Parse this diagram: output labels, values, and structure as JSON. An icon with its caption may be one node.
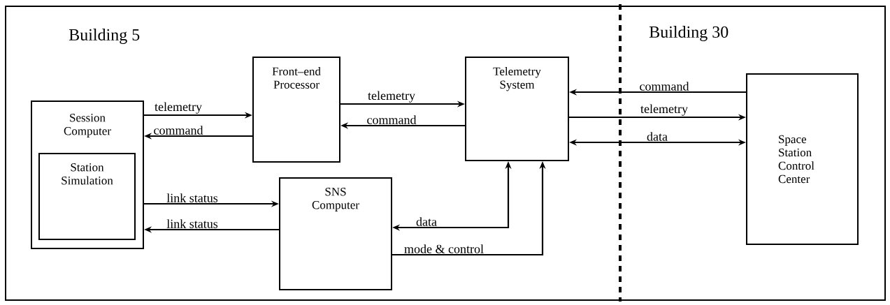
{
  "diagram": {
    "nodes": [
      {
        "text": [
          "Session Computer"
        ]
      },
      {
        "text": [
          "Station Simulation"
        ],
        "in": 0
      },
      {
        "text": [
          "Front–end Processor"
        ]
      },
      {
        "text": [
          "SNS Computer"
        ]
      },
      {
        "text": [
          "Telemetry System"
        ]
      },
      {
        "text": [
          "Space Station Control Center"
        ]
      }
    ],
    "edges": [
      {
        "from": 0,
        "to": 2,
        "arrow": "to",
        "label": "telemetry"
      },
      {
        "from": 2,
        "to": 0,
        "arrow": "to",
        "label": "command"
      },
      {
        "from": 2,
        "to": 4,
        "arrow": "to",
        "label": "telemetry"
      },
      {
        "from": 4,
        "to": 2,
        "arrow": "to",
        "label": "command"
      },
      {
        "from": 0,
        "to": 3,
        "arrow": "to",
        "label": "link status"
      },
      {
        "from": 3,
        "to": 0,
        "arrow": "to",
        "label": "link status"
      },
      {
        "from": 4,
        "to": 3,
        "arrow": "both",
        "label": "data"
      },
      {
        "from": 3,
        "to": 4,
        "arrow": "to",
        "label": "mode & control"
      },
      {
        "from": 5,
        "to": 4,
        "arrow": "to",
        "label": "command"
      },
      {
        "from": 4,
        "to": 5,
        "arrow": "to",
        "label": "telemetry"
      },
      {
        "from": 4,
        "to": 5,
        "arrow": "both",
        "label": "data"
      }
    ],
    "labels": [
      "Building 5",
      "Building 30"
    ]
  }
}
